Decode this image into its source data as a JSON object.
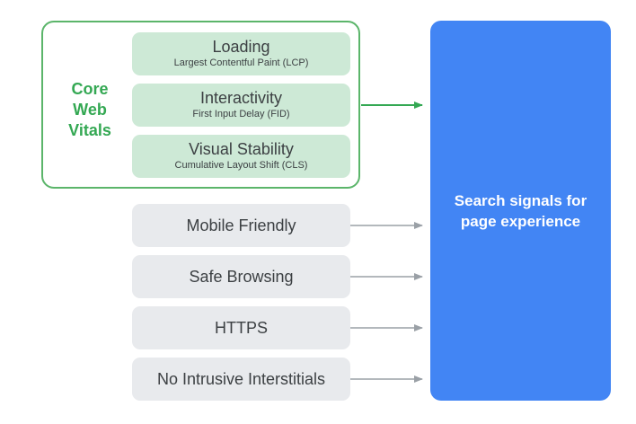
{
  "core_web_vitals": {
    "label_lines": [
      "Core",
      "Web",
      "Vitals"
    ],
    "metrics": [
      {
        "title": "Loading",
        "subtitle": "Largest Contentful Paint (LCP)"
      },
      {
        "title": "Interactivity",
        "subtitle": "First Input Delay (FID)"
      },
      {
        "title": "Visual Stability",
        "subtitle": "Cumulative Layout Shift (CLS)"
      }
    ]
  },
  "signals": [
    {
      "label": "Mobile Friendly"
    },
    {
      "label": "Safe Browsing"
    },
    {
      "label": "HTTPS"
    },
    {
      "label": "No Intrusive Interstitials"
    }
  ],
  "target": {
    "label": "Search signals for page experience"
  },
  "colors": {
    "green_accent": "#34a853",
    "green_fill": "#cde9d6",
    "gray_fill": "#e8eaed",
    "blue_target": "#4285f4",
    "arrow_gray": "#9aa0a6"
  }
}
